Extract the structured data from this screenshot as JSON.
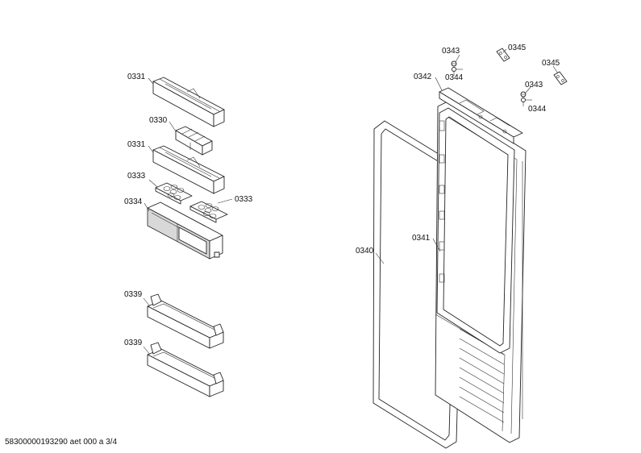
{
  "footer_text": "58300000193290 aet 000 a 3/4",
  "labels": {
    "p0331_top": "0331",
    "p0330": "0330",
    "p0331_mid": "0331",
    "p0333_left": "0333",
    "p0333_right": "0333",
    "p0334": "0334",
    "p0339_top": "0339",
    "p0339_bot": "0339",
    "p0340": "0340",
    "p0341": "0341",
    "p0342": "0342",
    "p0343_top": "0343",
    "p0344_top": "0344",
    "p0345_top": "0345",
    "p0345_right": "0345",
    "p0343_right": "0343",
    "p0344_right": "0344"
  }
}
